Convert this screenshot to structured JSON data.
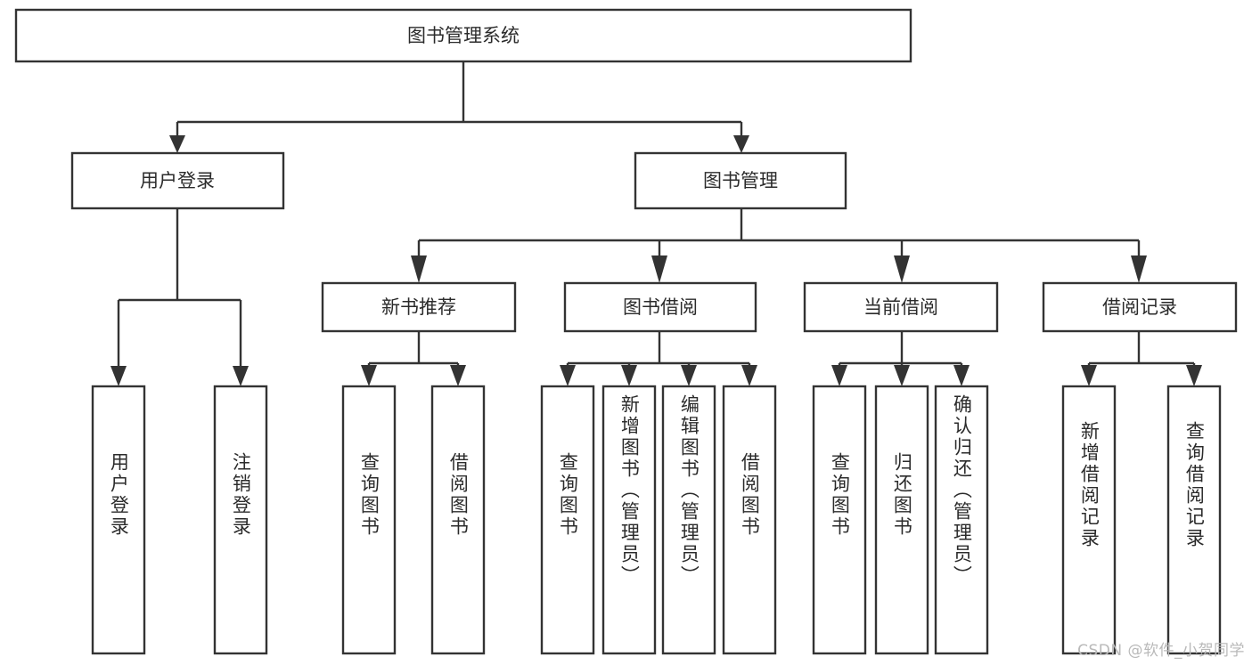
{
  "diagram": {
    "type": "tree-hierarchy",
    "title": "图书管理系统",
    "orientation": "top-down",
    "colors": {
      "box_stroke": "#333333",
      "box_fill": "#ffffff",
      "text": "#2b2b2b",
      "canvas": "#ffffff",
      "watermark": "#b9b9b9"
    },
    "root": {
      "id": "root",
      "label": "图书管理系统",
      "orientation": "horizontal"
    },
    "level1": [
      {
        "id": "user-login",
        "label": "用户登录",
        "orientation": "horizontal"
      },
      {
        "id": "book-manage",
        "label": "图书管理",
        "orientation": "horizontal"
      }
    ],
    "level2": [
      {
        "id": "new-book-recommend",
        "label": "新书推荐",
        "parent": "book-manage",
        "orientation": "horizontal"
      },
      {
        "id": "book-borrow",
        "label": "图书借阅",
        "parent": "book-manage",
        "orientation": "horizontal"
      },
      {
        "id": "current-borrow",
        "label": "当前借阅",
        "parent": "book-manage",
        "orientation": "horizontal"
      },
      {
        "id": "borrow-record",
        "label": "借阅记录",
        "parent": "book-manage",
        "orientation": "horizontal"
      }
    ],
    "leaves": [
      {
        "id": "leaf-user-login",
        "label": "用户登录",
        "parent": "user-login",
        "orientation": "vertical"
      },
      {
        "id": "leaf-logout-login",
        "label": "注销登录",
        "parent": "user-login",
        "orientation": "vertical"
      },
      {
        "id": "leaf-query-book-1",
        "label": "查询图书",
        "parent": "new-book-recommend",
        "orientation": "vertical"
      },
      {
        "id": "leaf-borrow-book-1",
        "label": "借阅图书",
        "parent": "new-book-recommend",
        "orientation": "vertical"
      },
      {
        "id": "leaf-query-book-2",
        "label": "查询图书",
        "parent": "book-borrow",
        "orientation": "vertical"
      },
      {
        "id": "leaf-add-book-admin",
        "label": "新增图书（管理员）",
        "parent": "book-borrow",
        "orientation": "vertical"
      },
      {
        "id": "leaf-edit-book-admin",
        "label": "编辑图书（管理员）",
        "parent": "book-borrow",
        "orientation": "vertical"
      },
      {
        "id": "leaf-borrow-book-2",
        "label": "借阅图书",
        "parent": "book-borrow",
        "orientation": "vertical"
      },
      {
        "id": "leaf-query-book-3",
        "label": "查询图书",
        "parent": "current-borrow",
        "orientation": "vertical"
      },
      {
        "id": "leaf-return-book",
        "label": "归还图书",
        "parent": "current-borrow",
        "orientation": "vertical"
      },
      {
        "id": "leaf-confirm-return-admin",
        "label": "确认归还（管理员）",
        "parent": "current-borrow",
        "orientation": "vertical"
      },
      {
        "id": "leaf-add-borrow-record",
        "label": "新增借阅记录",
        "parent": "borrow-record",
        "orientation": "vertical"
      },
      {
        "id": "leaf-query-borrow-record",
        "label": "查询借阅记录",
        "parent": "borrow-record",
        "orientation": "vertical"
      }
    ],
    "watermark": "CSDN @软件_小贺同学"
  }
}
